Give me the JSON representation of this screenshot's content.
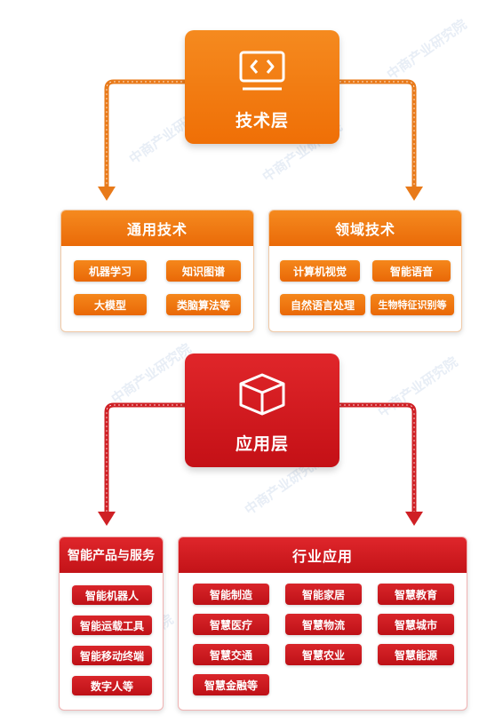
{
  "colors": {
    "orange": "#ef7a0f",
    "red": "#d11a1f"
  },
  "watermark": "中商产业研究院",
  "tech_layer": {
    "label": "技术层",
    "icon": "monitor-code-icon",
    "left_panel": {
      "title": "通用技术",
      "items": [
        "机器学习",
        "知识图谱",
        "大模型",
        "类脑算法等"
      ]
    },
    "right_panel": {
      "title": "领域技术",
      "items": [
        "计算机视觉",
        "智能语音",
        "自然语言处理",
        "生物特征识别等"
      ]
    }
  },
  "app_layer": {
    "label": "应用层",
    "icon": "cube-icon",
    "left_panel": {
      "title": "智能产品与服务",
      "items": [
        "智能机器人",
        "智能运载工具",
        "智能移动终端",
        "数字人等"
      ]
    },
    "right_panel": {
      "title": "行业应用",
      "items": [
        "智能制造",
        "智能家居",
        "智慧教育",
        "智慧医疗",
        "智慧物流",
        "智慧城市",
        "智慧交通",
        "智慧农业",
        "智慧能源",
        "智慧金融等"
      ]
    }
  }
}
